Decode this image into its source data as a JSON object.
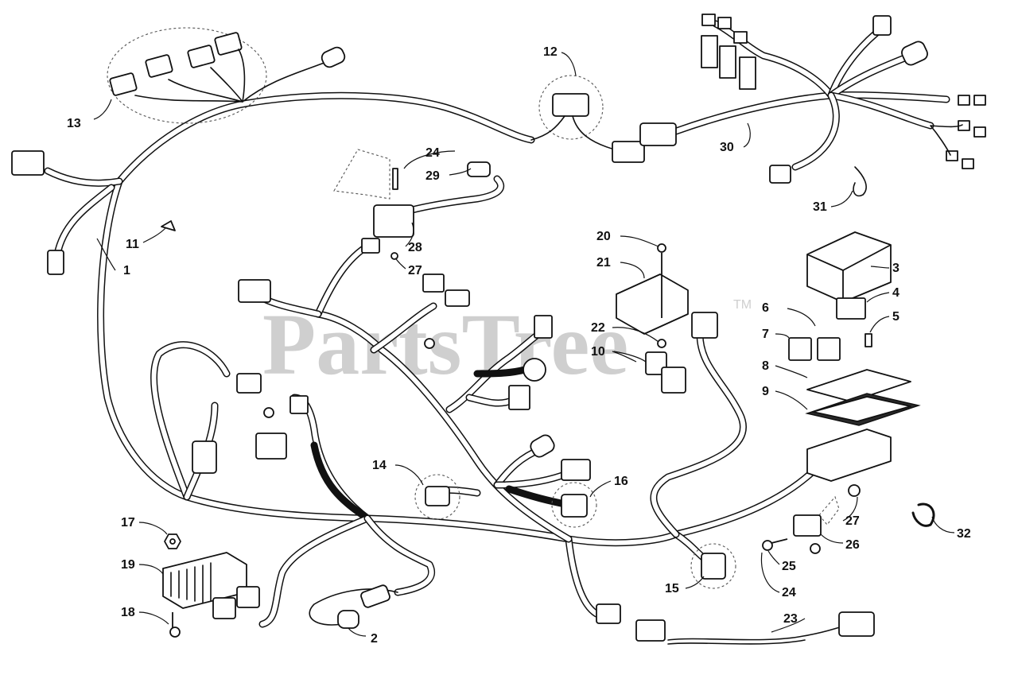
{
  "watermark": {
    "text": "PartsTree",
    "tm": "TM"
  },
  "callouts": [
    {
      "id": "c1",
      "label": "1"
    },
    {
      "id": "c2",
      "label": "2"
    },
    {
      "id": "c3",
      "label": "3"
    },
    {
      "id": "c4",
      "label": "4"
    },
    {
      "id": "c5",
      "label": "5"
    },
    {
      "id": "c6",
      "label": "6"
    },
    {
      "id": "c7",
      "label": "7"
    },
    {
      "id": "c8",
      "label": "8"
    },
    {
      "id": "c9",
      "label": "9"
    },
    {
      "id": "c10",
      "label": "10"
    },
    {
      "id": "c11",
      "label": "11"
    },
    {
      "id": "c12",
      "label": "12"
    },
    {
      "id": "c13",
      "label": "13"
    },
    {
      "id": "c14",
      "label": "14"
    },
    {
      "id": "c15",
      "label": "15"
    },
    {
      "id": "c16",
      "label": "16"
    },
    {
      "id": "c17",
      "label": "17"
    },
    {
      "id": "c18",
      "label": "18"
    },
    {
      "id": "c19",
      "label": "19"
    },
    {
      "id": "c20",
      "label": "20"
    },
    {
      "id": "c21",
      "label": "21"
    },
    {
      "id": "c22",
      "label": "22"
    },
    {
      "id": "c23",
      "label": "23"
    },
    {
      "id": "c24a",
      "label": "24"
    },
    {
      "id": "c24b",
      "label": "24"
    },
    {
      "id": "c25",
      "label": "25"
    },
    {
      "id": "c26",
      "label": "26"
    },
    {
      "id": "c27a",
      "label": "27"
    },
    {
      "id": "c27b",
      "label": "27"
    },
    {
      "id": "c28",
      "label": "28"
    },
    {
      "id": "c29",
      "label": "29"
    },
    {
      "id": "c30",
      "label": "30"
    },
    {
      "id": "c31",
      "label": "31"
    },
    {
      "id": "c32",
      "label": "32"
    }
  ]
}
